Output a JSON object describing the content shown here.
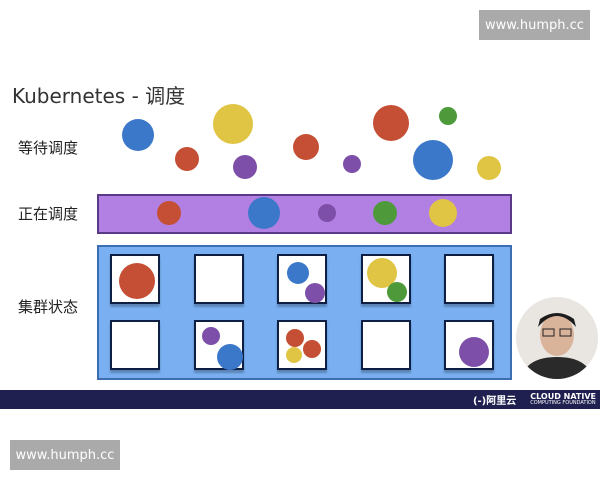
{
  "slide": {
    "title": "Kubernetes - 调度",
    "labels": {
      "pending": "等待调度",
      "scheduling": "正在调度",
      "cluster": "集群状态"
    }
  },
  "colors": {
    "blue": "#3b78c9",
    "red": "#c44f34",
    "yellow": "#e0c545",
    "purple": "#7e4fa8",
    "green": "#4e9a3a",
    "bar": "#b27fe3",
    "cluster": "#7ab0f2"
  },
  "pending_pods": [
    "blue",
    "red",
    "yellow",
    "purple",
    "red",
    "purple",
    "red",
    "blue",
    "green",
    "yellow"
  ],
  "scheduling_pods": [
    "red",
    "blue",
    "purple",
    "green",
    "yellow"
  ],
  "nodes": [
    [
      "red"
    ],
    [],
    [
      "blue",
      "purple"
    ],
    [
      "yellow",
      "green"
    ],
    [],
    [],
    [
      "purple",
      "blue"
    ],
    [
      "red",
      "red",
      "yellow"
    ],
    [],
    [
      "purple"
    ]
  ],
  "footer": {
    "aliyun": "(-)阿里云",
    "cncf": "CLOUD NATIVE",
    "cncf_sub": "COMPUTING FOUNDATION"
  },
  "watermark": "www.humph.cc"
}
